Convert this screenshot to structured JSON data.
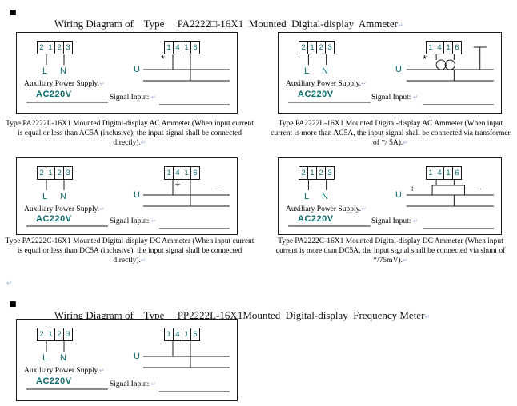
{
  "colors": {
    "accent": "#0c6e6e",
    "paragraph_mark": "#a6b8dc",
    "line": "#1a1a1a"
  },
  "headings": {
    "bullet": "■",
    "h1": "Wiring Diagram of    Type     PA2222□-16X1  Mounted  Digital-display  Ammeter",
    "h2": "Wiring Diagram of    Type     PP2222L-16X1Mounted  Digital-display  Frequency Meter",
    "para_mark": "↵"
  },
  "diagram": {
    "power_terminals": [
      "2",
      "1",
      "2",
      "3"
    ],
    "signal_terminals": [
      "1",
      "4",
      "1",
      "6"
    ],
    "line_label": "L",
    "neutral_label": "N",
    "voltage_label": "U",
    "aux_supply_label": "Auxiliary Power Supply.",
    "aux_supply_value": "AC220V",
    "signal_input_label": "Signal Input:",
    "marks": {
      "star": "*",
      "plus": "+",
      "minus": "−"
    }
  },
  "captions": {
    "c1": "Type PA2222L-16X1  Mounted Digital-display AC Ammeter (When input current is equal or less than AC5A (inclusive), the input signal shall be connected directly).",
    "c2": "Type PA2222L-16X1  Mounted Digital-display AC Ammeter (When input current is more than AC5A, the input signal shall be connected  via transformer of */ 5A).",
    "c3": "Type PA2222C-16X1  Mounted Digital-display DC Ammeter (When input current is equal or less than DC5A (inclusive), the input signal shall be connected  directly).",
    "c4": "Type PA2222C-16X1  Mounted Digital-display DC Ammeter (When input current is more than DC5A, the input signal shall be connected  via shunt of */75mV)."
  }
}
